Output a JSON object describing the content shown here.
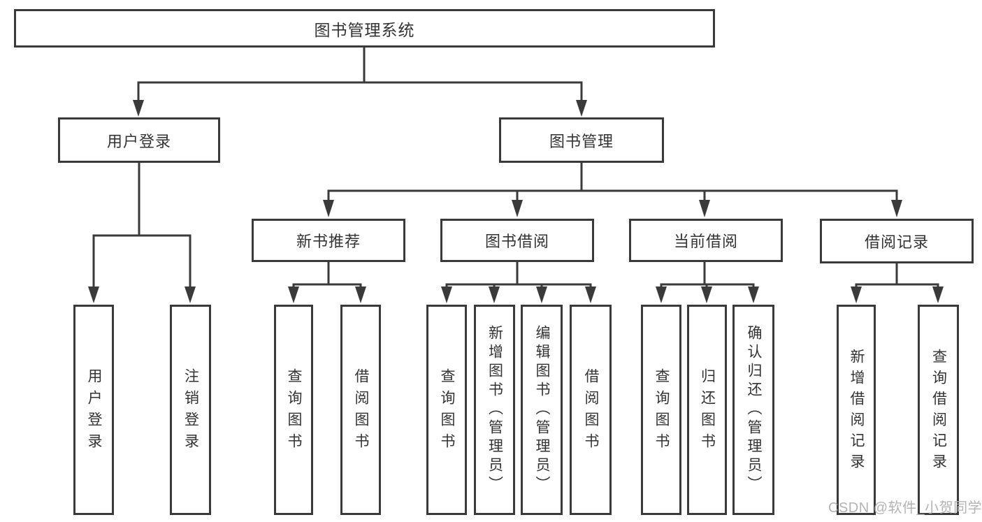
{
  "diagram": {
    "title": "图书管理系统",
    "branches": [
      {
        "label": "用户登录",
        "children": [
          "用户登录",
          "注销登录"
        ]
      },
      {
        "label": "图书管理",
        "children": [
          {
            "label": "新书推荐",
            "children": [
              "查询图书",
              "借阅图书"
            ]
          },
          {
            "label": "图书借阅",
            "children": [
              "查询图书",
              "新增图书（管理员）",
              "编辑图书（管理员）",
              "借阅图书"
            ]
          },
          {
            "label": "当前借阅",
            "children": [
              "查询图书",
              "归还图书",
              "确认归还（管理员）"
            ]
          },
          {
            "label": "借阅记录",
            "children": [
              "新增借阅记录",
              "查询借阅记录"
            ]
          }
        ]
      }
    ]
  },
  "watermark": "CSDN @软件_小贺同学",
  "colors": {
    "line": "#3a3a3a",
    "text": "#333333",
    "watermark": "#b3b3b3",
    "bg": "#ffffff"
  }
}
